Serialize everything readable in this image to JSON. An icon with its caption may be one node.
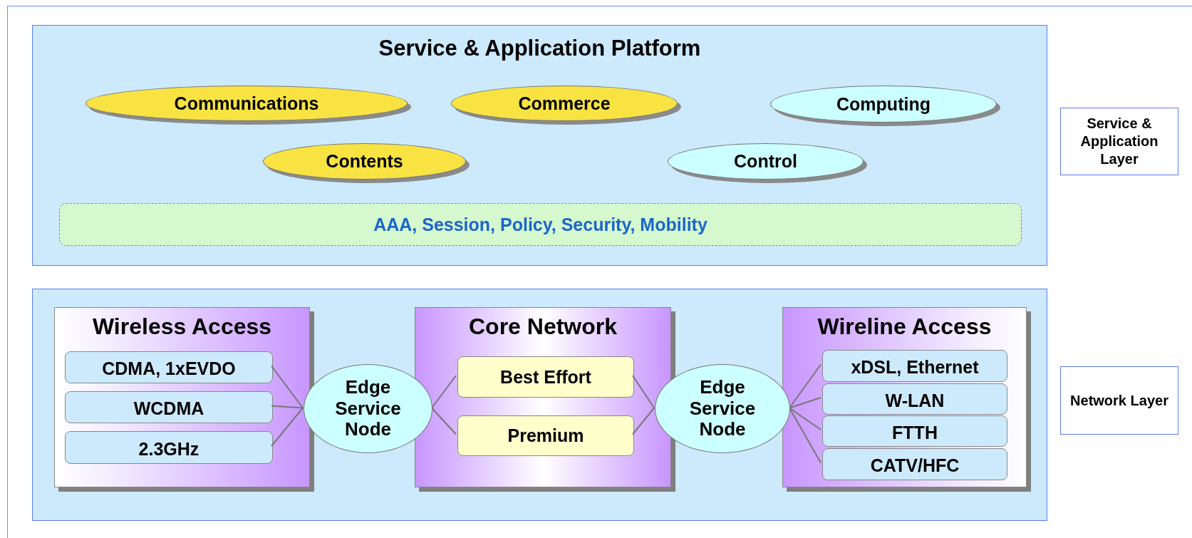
{
  "diagram": {
    "nodes": [
      {
        "text": [
          "Service & Application Platform"
        ]
      },
      {
        "text": [
          "Communications"
        ],
        "in": 0
      },
      {
        "text": [
          "Commerce"
        ],
        "in": 0
      },
      {
        "text": [
          "Computing"
        ],
        "in": 0
      },
      {
        "text": [
          "Contents"
        ],
        "in": 0
      },
      {
        "text": [
          "Control"
        ],
        "in": 0
      },
      {
        "text": [
          "AAA, Session, Policy, Security, Mobility"
        ],
        "in": 0
      },
      {
        "text": [
          "Service & Application Layer"
        ]
      },
      {
        "text": [],
        "shape": "box"
      },
      {
        "text": [
          "Wireless Access"
        ],
        "in": 8
      },
      {
        "text": [
          "CDMA, 1xEVDO"
        ],
        "in": 9
      },
      {
        "text": [
          "WCDMA"
        ],
        "in": 9
      },
      {
        "text": [
          "2.3GHz"
        ],
        "in": 9
      },
      {
        "text": [
          "Edge Service Node"
        ],
        "in": 8
      },
      {
        "text": [
          "Core Network"
        ],
        "in": 8
      },
      {
        "text": [
          "Best Effort"
        ],
        "in": 14
      },
      {
        "text": [
          "Premium"
        ],
        "in": 14
      },
      {
        "text": [
          "Edge Service Node"
        ],
        "in": 8
      },
      {
        "text": [
          "Wireline Access"
        ],
        "in": 8
      },
      {
        "text": [
          "xDSL, Ethernet"
        ],
        "in": 18
      },
      {
        "text": [
          "W-LAN"
        ],
        "in": 18
      },
      {
        "text": [
          "FTTH"
        ],
        "in": 18
      },
      {
        "text": [
          "CATV/HFC"
        ],
        "in": 18
      },
      {
        "text": [
          "Network Layer"
        ]
      }
    ],
    "edges": [
      {
        "from": 10,
        "to": 13,
        "arrow": "none"
      },
      {
        "from": 11,
        "to": 13,
        "arrow": "none"
      },
      {
        "from": 12,
        "to": 13,
        "arrow": "none"
      },
      {
        "from": 13,
        "to": 15,
        "arrow": "none"
      },
      {
        "from": 13,
        "to": 16,
        "arrow": "none"
      },
      {
        "from": 15,
        "to": 17,
        "arrow": "none"
      },
      {
        "from": 16,
        "to": 17,
        "arrow": "none"
      },
      {
        "from": 17,
        "to": 19,
        "arrow": "none"
      },
      {
        "from": 17,
        "to": 20,
        "arrow": "none"
      },
      {
        "from": 17,
        "to": 21,
        "arrow": "none"
      },
      {
        "from": 17,
        "to": 22,
        "arrow": "none"
      }
    ]
  }
}
